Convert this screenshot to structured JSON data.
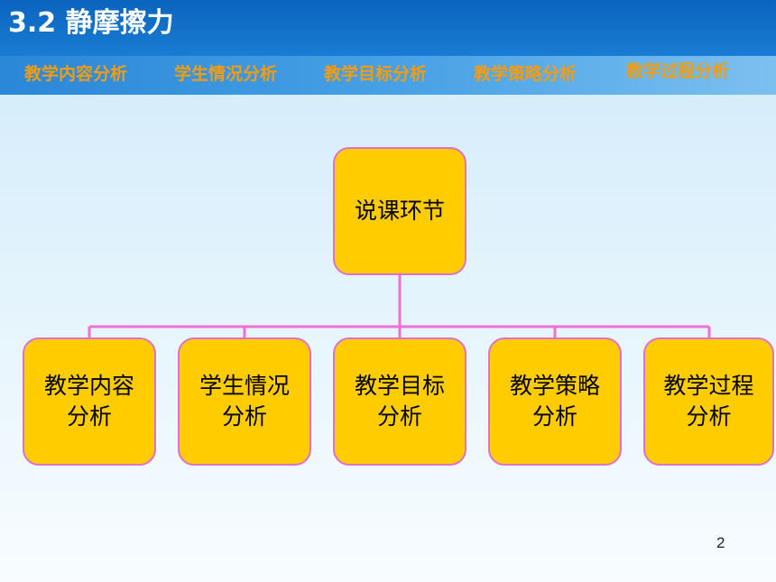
{
  "slide": {
    "title": "3.2 静摩擦力",
    "page_number": "2"
  },
  "nav": {
    "items": [
      {
        "label": "教学内容分析"
      },
      {
        "label": "学生情况分析"
      },
      {
        "label": "教学目标分析"
      },
      {
        "label": "教学策略分析"
      },
      {
        "label": "教学过程分析"
      }
    ]
  },
  "diagram": {
    "root": {
      "label": "说课环节"
    },
    "children": [
      {
        "label": "教学内容\n分析"
      },
      {
        "label": "学生情况\n分析"
      },
      {
        "label": "教学目标\n分析"
      },
      {
        "label": "教学策略\n分析"
      },
      {
        "label": "教学过程\n分析"
      }
    ]
  },
  "colors": {
    "node_fill": "#ffcc00",
    "node_border": "#e070d0",
    "connector": "#ee6fd6",
    "nav_text": "#f39c12",
    "header": "#0a64bf"
  }
}
